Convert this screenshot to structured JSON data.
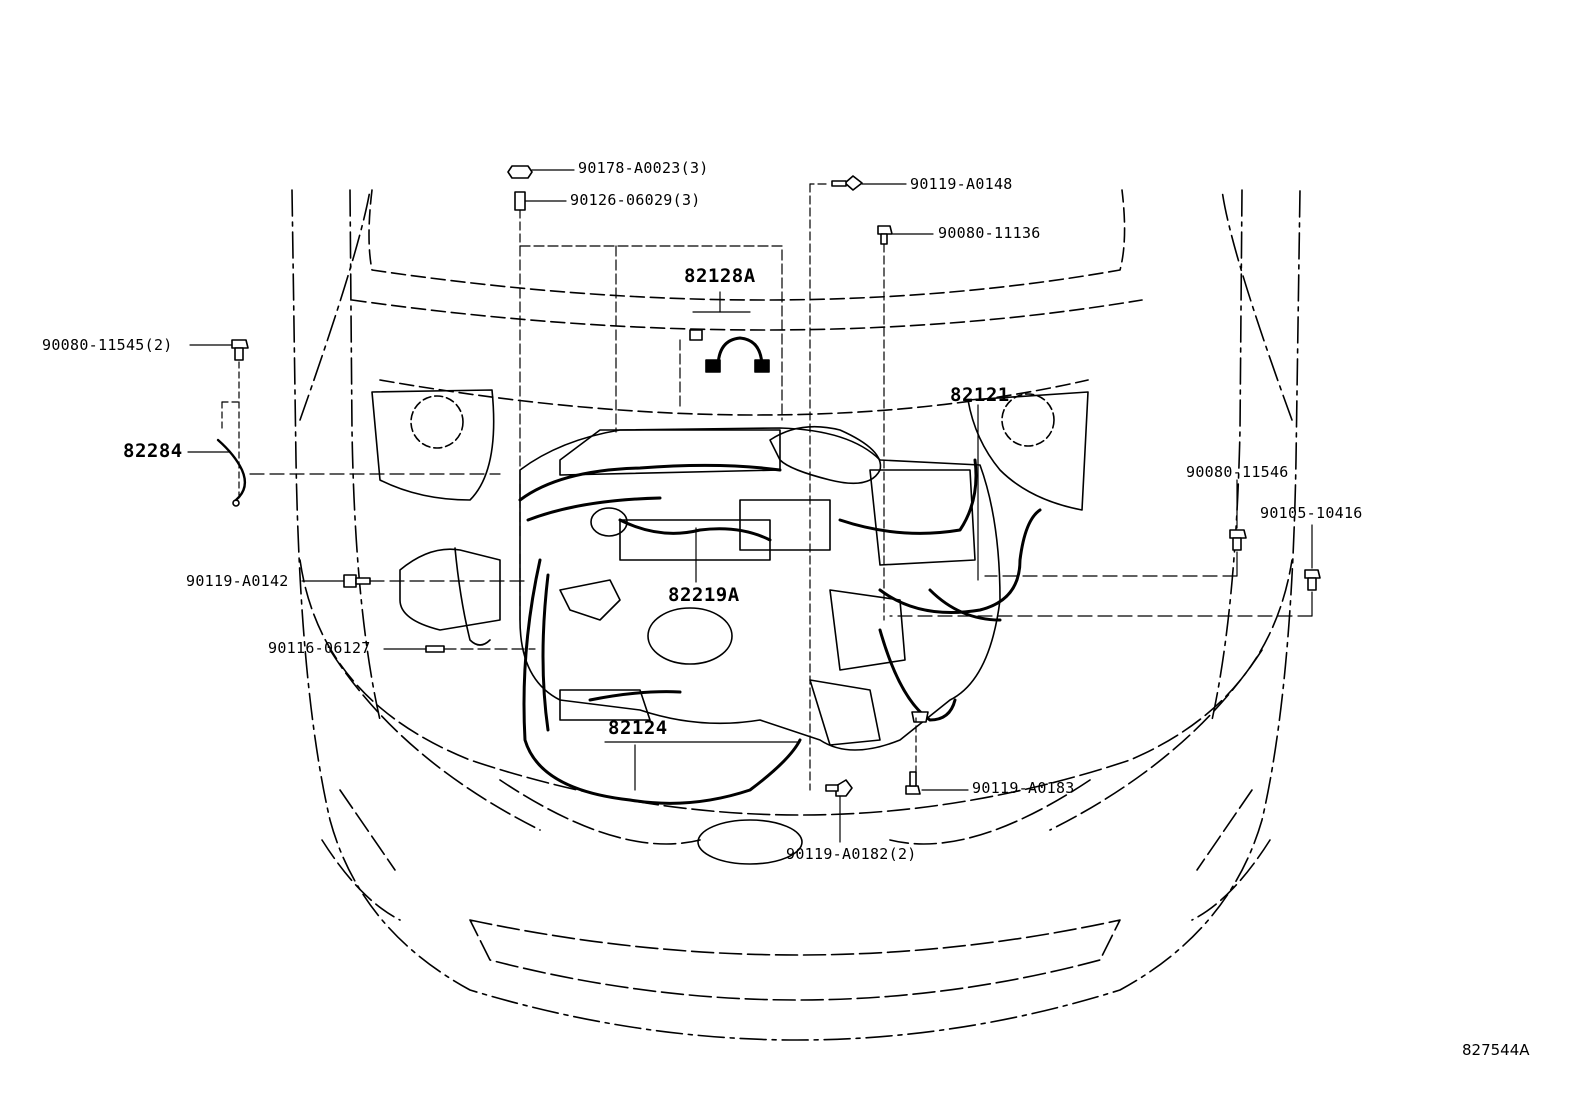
{
  "parts": {
    "p90178_A0023": "90178-A0023(3)",
    "p90126_06029": "90126-06029(3)",
    "p90119_A0148": "90119-A0148",
    "p90080_11136": "90080-11136",
    "p82128A": "82128A",
    "p90080_11545": "90080-11545(2)",
    "p82121": "82121",
    "p82284": "82284",
    "p90080_11546": "90080-11546",
    "p90105_10416": "90105-10416",
    "p90119_A0142": "90119-A0142",
    "p82219A": "82219A",
    "p90116_06127": "90116-06127",
    "p82124": "82124",
    "p90119_A0183": "90119-A0183",
    "p90119_A0182": "90119-A0182(2)"
  },
  "diagram_code": "827544A"
}
